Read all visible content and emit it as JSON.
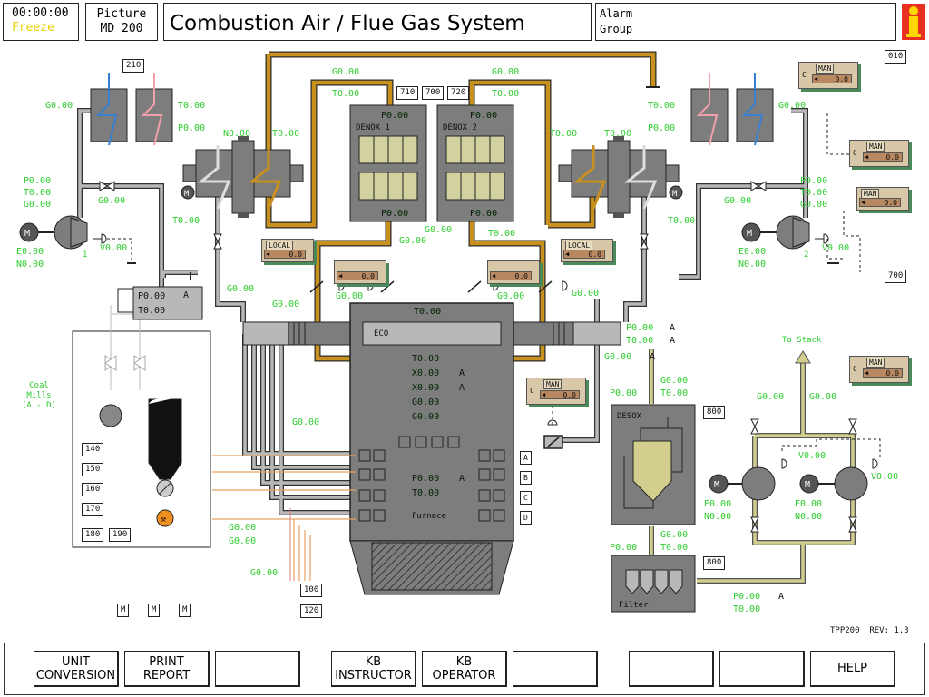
{
  "header": {
    "time": "00:00:00",
    "time_status": "Freeze",
    "picture_label": "Picture",
    "picture_id": "MD 200",
    "title": "Combustion Air / Flue Gas System",
    "alarm_line1": "Alarm",
    "alarm_line2": "Group"
  },
  "refs": {
    "r210": "210",
    "r010": "010",
    "r710": "710",
    "r700": "700",
    "r720": "720",
    "r700b": "700",
    "r800a": "800",
    "r800b": "800",
    "r140": "140",
    "r150": "150",
    "r160": "160",
    "r170": "170",
    "r180": "180",
    "r190": "190",
    "r100": "100",
    "r120": "120"
  },
  "labels": {
    "denox1": "DENOX 1",
    "denox2": "DENOX 2",
    "eco": "ECO",
    "furnace": "Furnace",
    "desox": "DESOX",
    "filter": "Filter",
    "to_stack": "To Stack",
    "coal_mills": "Coal\nMills\n(A - D)",
    "fan1_num": "1",
    "fan2_num": "2",
    "burner_a": "A",
    "burner_b": "B",
    "burner_c": "C",
    "burner_d": "D",
    "revision": "TPP200  REV: 1.3"
  },
  "controllers": {
    "man_label": "MAN",
    "local_label": "LOCAL",
    "c_label": "C",
    "value": "0.0"
  },
  "values": {
    "g": "G0.00",
    "t": "T0.00",
    "p": "P0.00",
    "n": "N0.00",
    "e": "E0.00",
    "v": "V0.00",
    "x": "X0.00",
    "mark_a": "A",
    "m": "M"
  },
  "footer": {
    "unit_conversion": "UNIT\nCONVERSION",
    "print_report": "PRINT\nREPORT",
    "blank1": "",
    "kb_instructor": "KB\nINSTRUCTOR",
    "kb_operator": "KB\nOPERATOR",
    "blank2": "",
    "blank3": "",
    "blank4": "",
    "help": "HELP"
  },
  "colors": {
    "flue_gas_pipe": "#c8901c",
    "air_pipe": "#a8a8a8",
    "stack_pipe": "#d2cf8e",
    "panel_gray": "#7d7d7d",
    "value_green": "#2dcc2d",
    "controller_tan": "#d8c8a8",
    "burner_orange": "#f0901e"
  }
}
